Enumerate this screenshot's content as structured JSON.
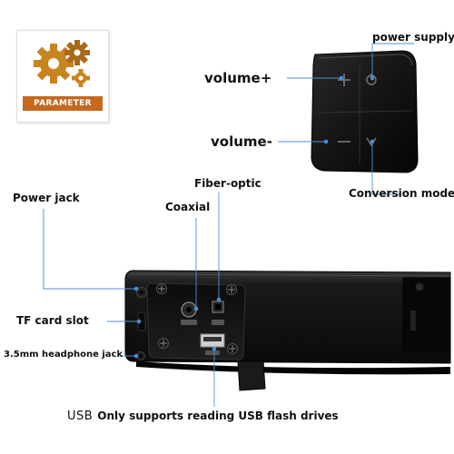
{
  "badge": {
    "label": "PARAMETER",
    "icon": "gear-icon",
    "accent": "#c4691f"
  },
  "labels": {
    "power_supply": "power supply",
    "volume_up": "volume+",
    "volume_down": "volume-",
    "conversion_mode": "Conversion mode",
    "fiber_optic": "Fiber-optic",
    "coaxial": "Coaxial",
    "power_jack": "Power jack",
    "tf_card_slot": "TF card slot",
    "headphone_jack": "3.5mm headphone jack",
    "usb": "USB",
    "usb_note": "Only supports reading USB flash drives"
  },
  "icons": [
    "plus-icon",
    "power-icon",
    "minus-icon",
    "mode-icon",
    "screw-icon",
    "usb-port-icon"
  ],
  "colors": {
    "leader_line": "#4a90d9",
    "panel": "#111111",
    "text": "#111111"
  }
}
